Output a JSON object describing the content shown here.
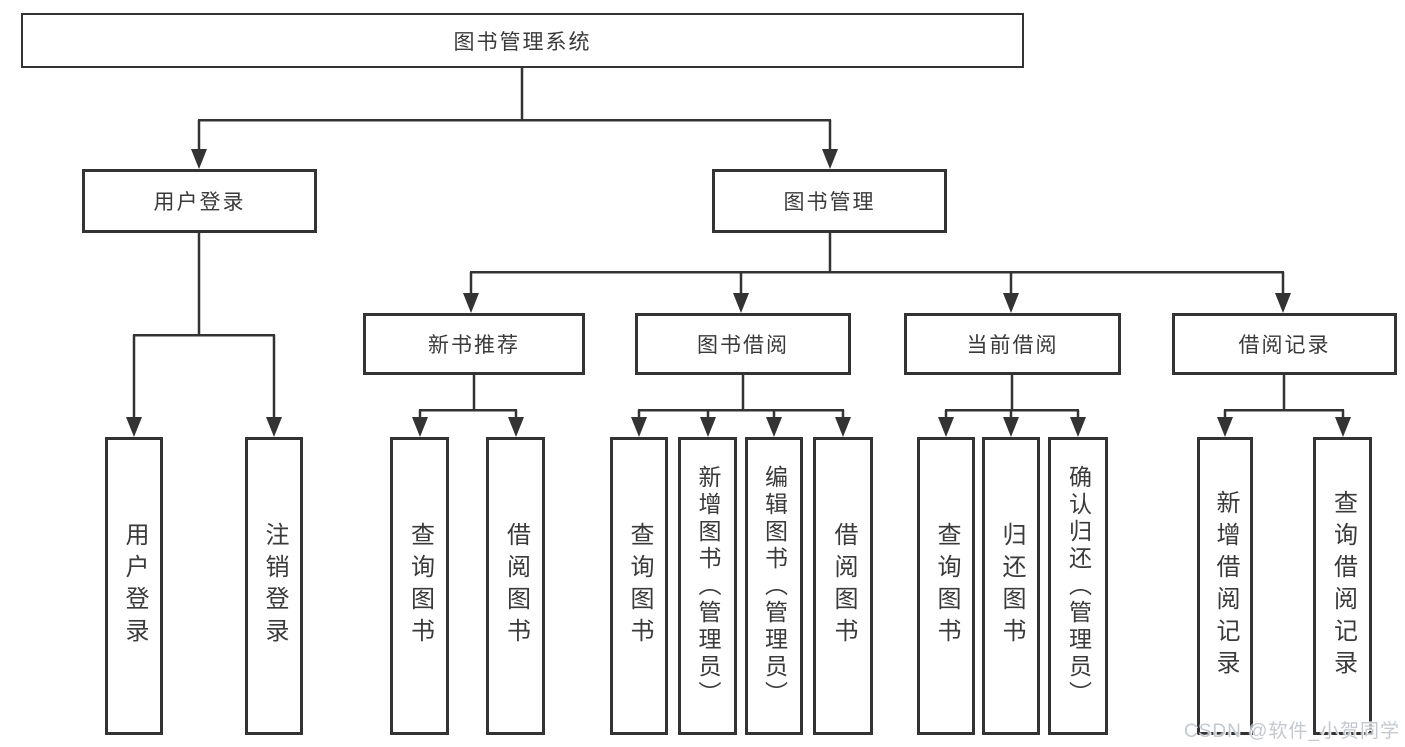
{
  "diagram": {
    "root": {
      "label": "图书管理系统"
    },
    "level2": [
      {
        "label": "用户登录"
      },
      {
        "label": "图书管理"
      }
    ],
    "level3": [
      {
        "label": "新书推荐"
      },
      {
        "label": "图书借阅"
      },
      {
        "label": "当前借阅"
      },
      {
        "label": "借阅记录"
      }
    ],
    "leaves": [
      {
        "label": "用户登录"
      },
      {
        "label": "注销登录"
      },
      {
        "label": "查询图书"
      },
      {
        "label": "借阅图书"
      },
      {
        "label": "查询图书"
      },
      {
        "label": "新增图书（管理员）"
      },
      {
        "label": "编辑图书（管理员）"
      },
      {
        "label": "借阅图书"
      },
      {
        "label": "查询图书"
      },
      {
        "label": "归还图书"
      },
      {
        "label": "确认归还（管理员）"
      },
      {
        "label": "新增借阅记录"
      },
      {
        "label": "查询借阅记录"
      }
    ]
  },
  "watermark": "CSDN @软件_小贺同学",
  "colors": {
    "line": "#333333",
    "box_border": "#333333",
    "text": "#3a3a3a",
    "watermark": "#c3c9cf",
    "background": "#ffffff"
  }
}
